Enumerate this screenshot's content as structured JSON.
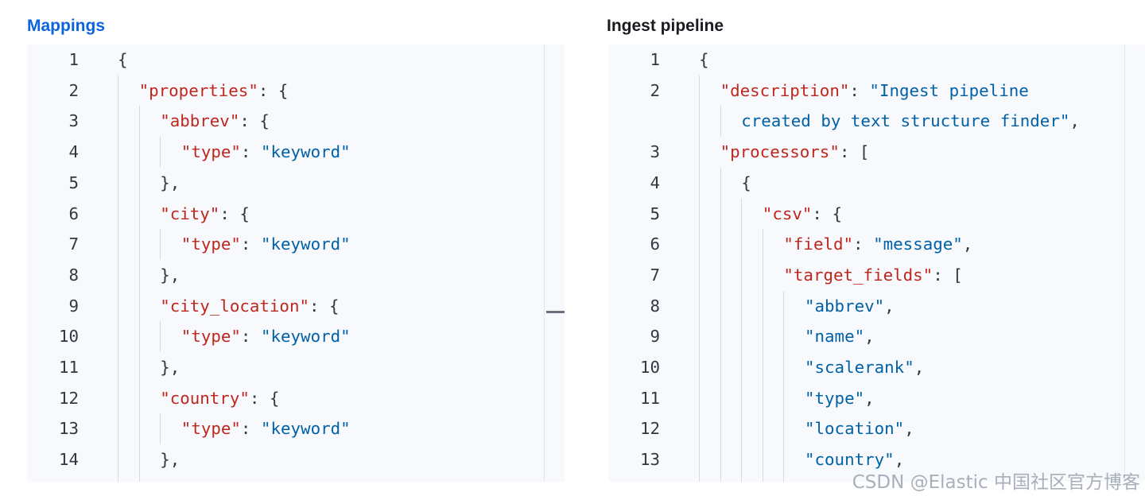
{
  "mappings": {
    "title": "Mappings",
    "lines": [
      {
        "n": "1",
        "ind": 0,
        "parts": [
          {
            "t": "p",
            "v": "{"
          }
        ]
      },
      {
        "n": "2",
        "ind": 1,
        "parts": [
          {
            "t": "k",
            "v": "\"properties\""
          },
          {
            "t": "p",
            "v": ": {"
          }
        ]
      },
      {
        "n": "3",
        "ind": 2,
        "parts": [
          {
            "t": "k",
            "v": "\"abbrev\""
          },
          {
            "t": "p",
            "v": ": {"
          }
        ]
      },
      {
        "n": "4",
        "ind": 3,
        "parts": [
          {
            "t": "k",
            "v": "\"type\""
          },
          {
            "t": "p",
            "v": ": "
          },
          {
            "t": "s",
            "v": "\"keyword\""
          }
        ]
      },
      {
        "n": "5",
        "ind": 2,
        "parts": [
          {
            "t": "p",
            "v": "},"
          }
        ]
      },
      {
        "n": "6",
        "ind": 2,
        "parts": [
          {
            "t": "k",
            "v": "\"city\""
          },
          {
            "t": "p",
            "v": ": {"
          }
        ]
      },
      {
        "n": "7",
        "ind": 3,
        "parts": [
          {
            "t": "k",
            "v": "\"type\""
          },
          {
            "t": "p",
            "v": ": "
          },
          {
            "t": "s",
            "v": "\"keyword\""
          }
        ]
      },
      {
        "n": "8",
        "ind": 2,
        "parts": [
          {
            "t": "p",
            "v": "},"
          }
        ]
      },
      {
        "n": "9",
        "ind": 2,
        "parts": [
          {
            "t": "k",
            "v": "\"city_location\""
          },
          {
            "t": "p",
            "v": ": {"
          }
        ]
      },
      {
        "n": "10",
        "ind": 3,
        "parts": [
          {
            "t": "k",
            "v": "\"type\""
          },
          {
            "t": "p",
            "v": ": "
          },
          {
            "t": "s",
            "v": "\"keyword\""
          }
        ]
      },
      {
        "n": "11",
        "ind": 2,
        "parts": [
          {
            "t": "p",
            "v": "},"
          }
        ]
      },
      {
        "n": "12",
        "ind": 2,
        "parts": [
          {
            "t": "k",
            "v": "\"country\""
          },
          {
            "t": "p",
            "v": ": {"
          }
        ]
      },
      {
        "n": "13",
        "ind": 3,
        "parts": [
          {
            "t": "k",
            "v": "\"type\""
          },
          {
            "t": "p",
            "v": ": "
          },
          {
            "t": "s",
            "v": "\"keyword\""
          }
        ]
      },
      {
        "n": "14",
        "ind": 2,
        "parts": [
          {
            "t": "p",
            "v": "},"
          }
        ]
      }
    ]
  },
  "pipeline": {
    "title": "Ingest pipeline",
    "lines": [
      {
        "n": "1",
        "ind": 0,
        "parts": [
          {
            "t": "p",
            "v": "{"
          }
        ]
      },
      {
        "n": "2",
        "ind": 1,
        "parts": [
          {
            "t": "k",
            "v": "\"description\""
          },
          {
            "t": "p",
            "v": ": "
          },
          {
            "t": "s",
            "v": "\"Ingest pipeline"
          }
        ]
      },
      {
        "n": "",
        "ind": 2,
        "parts": [
          {
            "t": "s",
            "v": "created by text structure finder\""
          },
          {
            "t": "p",
            "v": ","
          }
        ]
      },
      {
        "n": "3",
        "ind": 1,
        "parts": [
          {
            "t": "k",
            "v": "\"processors\""
          },
          {
            "t": "p",
            "v": ": ["
          }
        ]
      },
      {
        "n": "4",
        "ind": 2,
        "parts": [
          {
            "t": "p",
            "v": "{"
          }
        ]
      },
      {
        "n": "5",
        "ind": 3,
        "parts": [
          {
            "t": "k",
            "v": "\"csv\""
          },
          {
            "t": "p",
            "v": ": {"
          }
        ]
      },
      {
        "n": "6",
        "ind": 4,
        "parts": [
          {
            "t": "k",
            "v": "\"field\""
          },
          {
            "t": "p",
            "v": ": "
          },
          {
            "t": "s",
            "v": "\"message\""
          },
          {
            "t": "p",
            "v": ","
          }
        ]
      },
      {
        "n": "7",
        "ind": 4,
        "parts": [
          {
            "t": "k",
            "v": "\"target_fields\""
          },
          {
            "t": "p",
            "v": ": ["
          }
        ]
      },
      {
        "n": "8",
        "ind": 5,
        "parts": [
          {
            "t": "s",
            "v": "\"abbrev\""
          },
          {
            "t": "p",
            "v": ","
          }
        ]
      },
      {
        "n": "9",
        "ind": 5,
        "parts": [
          {
            "t": "s",
            "v": "\"name\""
          },
          {
            "t": "p",
            "v": ","
          }
        ]
      },
      {
        "n": "10",
        "ind": 5,
        "parts": [
          {
            "t": "s",
            "v": "\"scalerank\""
          },
          {
            "t": "p",
            "v": ","
          }
        ]
      },
      {
        "n": "11",
        "ind": 5,
        "parts": [
          {
            "t": "s",
            "v": "\"type\""
          },
          {
            "t": "p",
            "v": ","
          }
        ]
      },
      {
        "n": "12",
        "ind": 5,
        "parts": [
          {
            "t": "s",
            "v": "\"location\""
          },
          {
            "t": "p",
            "v": ","
          }
        ]
      },
      {
        "n": "13",
        "ind": 5,
        "parts": [
          {
            "t": "s",
            "v": "\"country\""
          },
          {
            "t": "p",
            "v": ","
          }
        ]
      }
    ]
  },
  "watermark": "CSDN @Elastic 中国社区官方博客"
}
